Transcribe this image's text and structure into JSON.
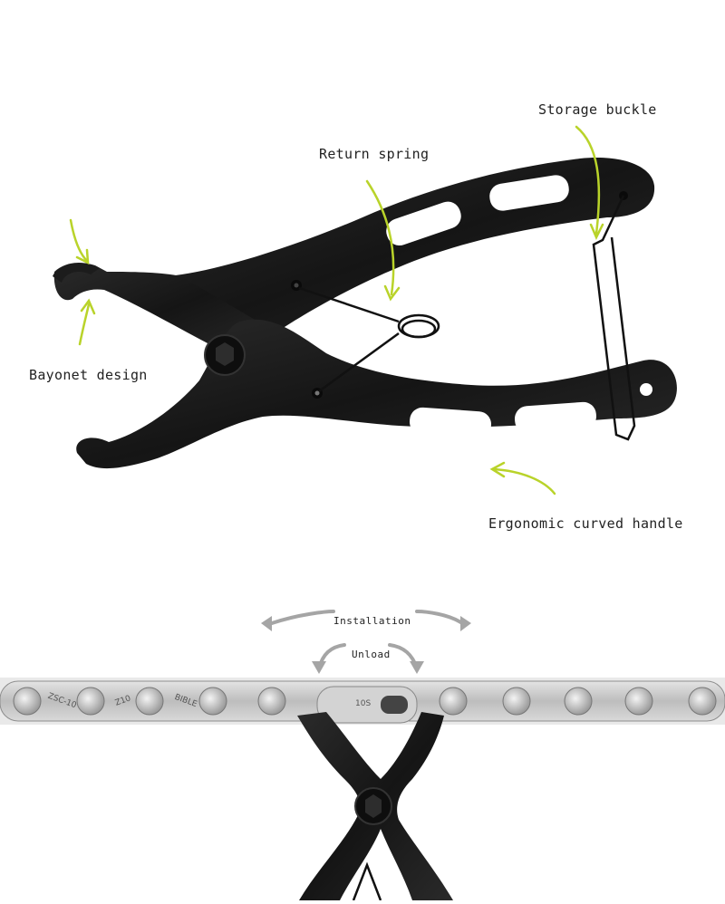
{
  "labels": {
    "storage_buckle": "Storage buckle",
    "return_spring": "Return spring",
    "bayonet_design": "Bayonet design",
    "ergonomic_handle": "Ergonomic curved handle",
    "installation": "Installation",
    "unload": "Unload"
  },
  "chain_markings": {
    "link_105": "10S",
    "mark_z10": "Z10",
    "mark_bible": "BIBLE",
    "mark_zsc": "ZSC-10"
  },
  "colors": {
    "tool_black": "#1c1c1c",
    "arrow_green": "#b9d32a",
    "arrow_gray": "#9a9a9a",
    "chain_silver": "#c8c8c8"
  }
}
